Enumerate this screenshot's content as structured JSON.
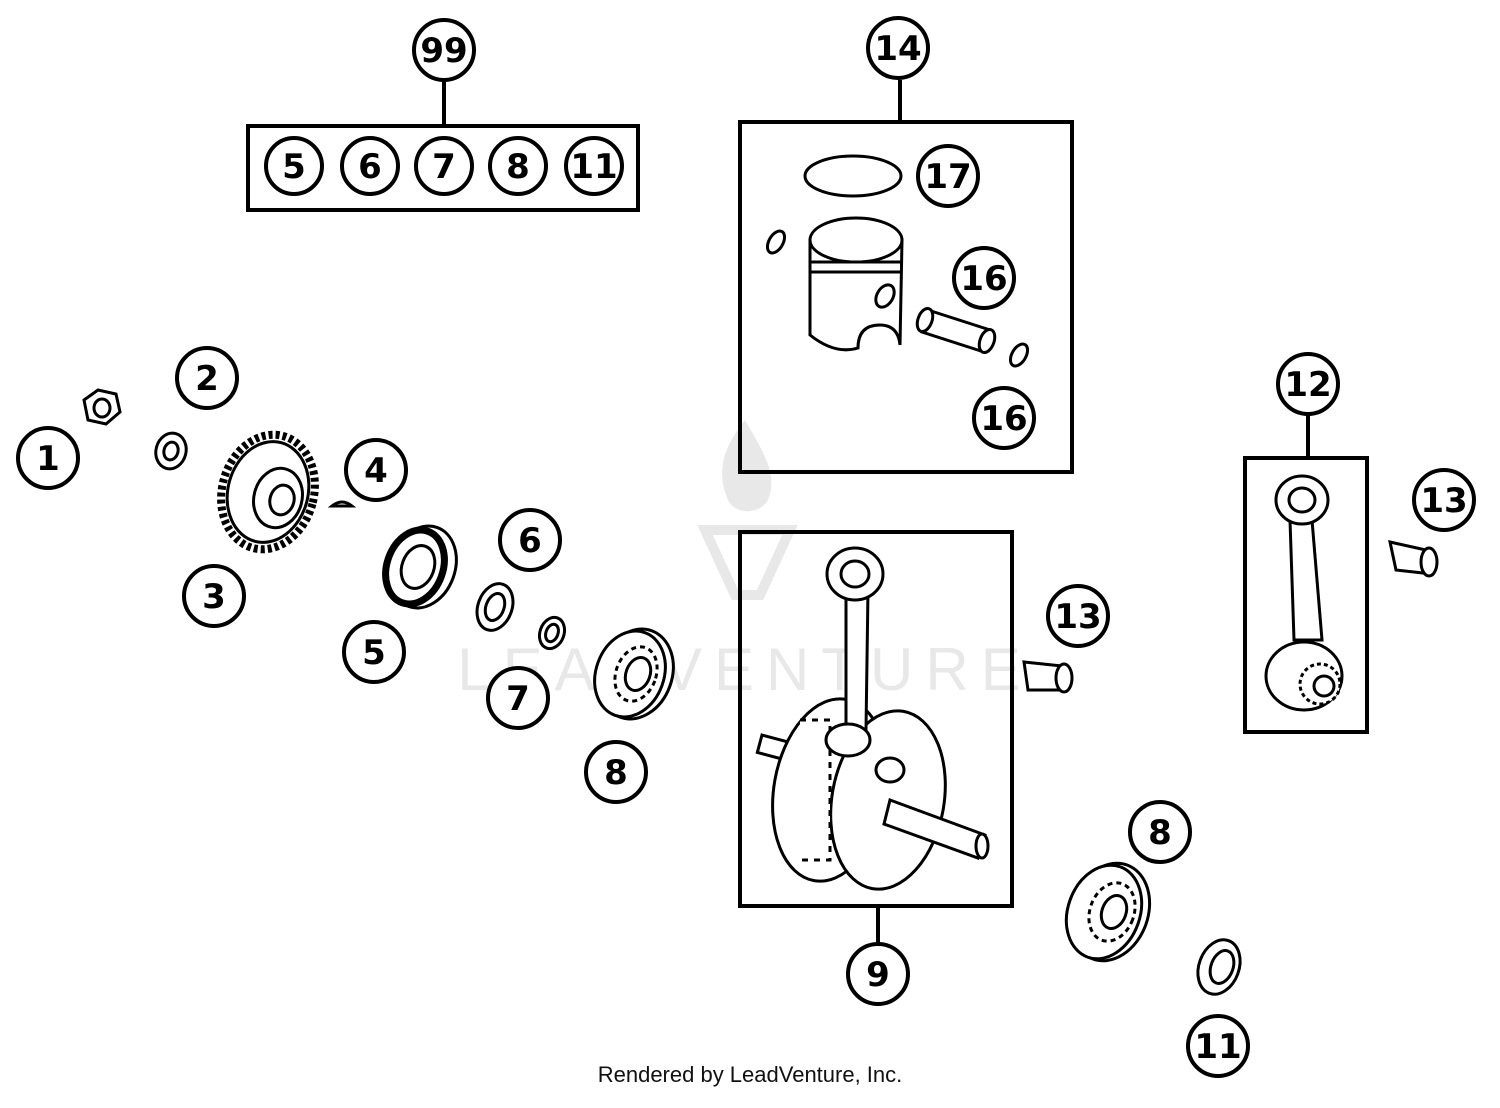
{
  "diagram": {
    "kit_callouts": {
      "piston_kit": "14",
      "crankshaft_assembly": "9",
      "connecting_rod_kit": "12",
      "seal_bearing_kit": "99"
    },
    "kit_contents": [
      "5",
      "6",
      "7",
      "8",
      "11"
    ],
    "part_callouts": {
      "nut": "1",
      "lock_washer": "2",
      "primary_gear": "3",
      "woodruff_key": "4",
      "shaft_seal_left": "5",
      "o_ring": "6",
      "spacer": "7",
      "bearing_left": "8",
      "bearing_right": "8",
      "shaft_seal_right": "11",
      "needle_bearing_crank": "13",
      "needle_bearing_rod": "13",
      "circlip_upper": "16",
      "circlip_lower": "16",
      "piston_ring": "17"
    },
    "watermark_text": "LEADVENTURE"
  },
  "footer": {
    "credit": "Rendered by LeadVenture, Inc."
  }
}
